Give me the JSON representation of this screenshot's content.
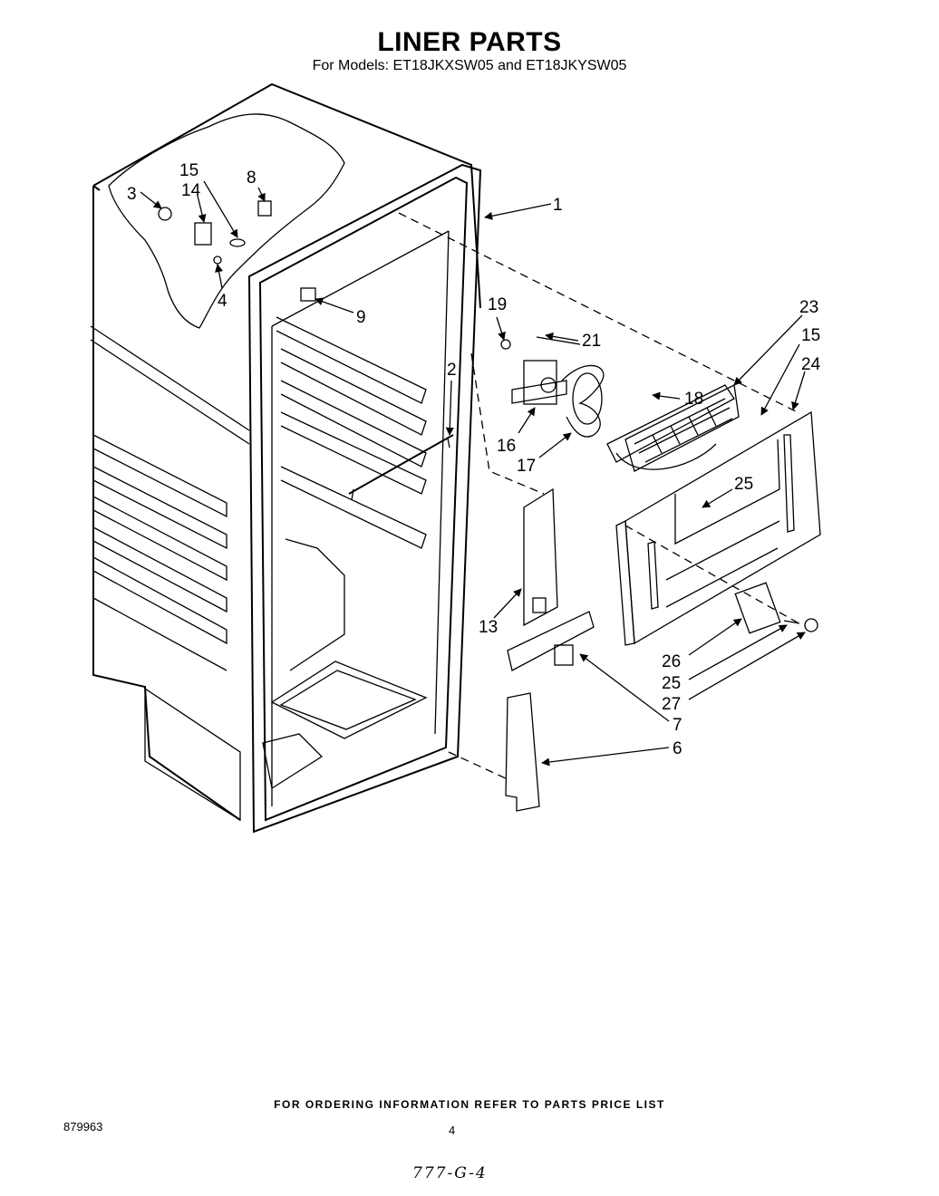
{
  "title": "LINER PARTS",
  "subtitle": "For Models: ET18JKXSW05 and ET18JKYSW05",
  "footer_note": "FOR ORDERING INFORMATION REFER TO PARTS PRICE LIST",
  "doc_number": "879963",
  "page_number": "4",
  "handwritten_note": "777-G-4",
  "callouts": {
    "c1": "1",
    "c2": "2",
    "c3": "3",
    "c4": "4",
    "c6": "6",
    "c7": "7",
    "c8": "8",
    "c9": "9",
    "c13": "13",
    "c14": "14",
    "c15a": "15",
    "c15b": "15",
    "c16": "16",
    "c17": "17",
    "c18": "18",
    "c19": "19",
    "c21": "21",
    "c23": "23",
    "c24": "24",
    "c25a": "25",
    "c25b": "25",
    "c26": "26",
    "c27": "27"
  }
}
